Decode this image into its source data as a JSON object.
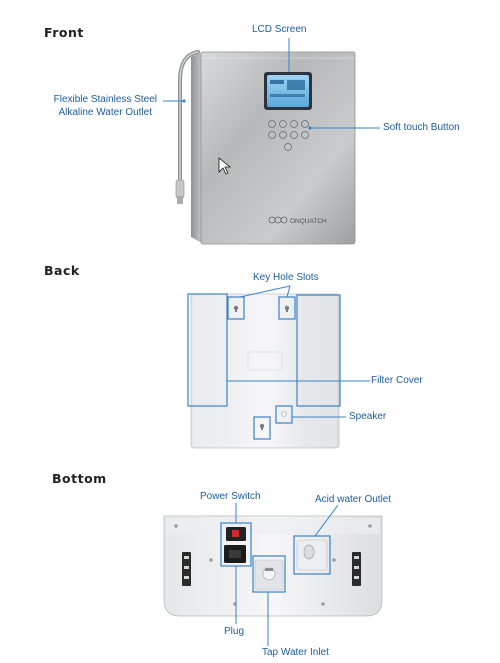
{
  "sections": {
    "front": "Front",
    "back": "Back",
    "bottom": "Bottom"
  },
  "front": {
    "lcd_label": "LCD Screen",
    "outlet_label_line1": "Flexible Stainless Steel",
    "outlet_label_line2": "Alkaline Water Outlet",
    "button_label": "Soft touch Button",
    "brand": "ONQUATCH"
  },
  "back": {
    "keyhole_label": "Key Hole Slots",
    "filter_label": "Filter Cover",
    "speaker_label": "Speaker"
  },
  "bottom": {
    "power_label": "Power Switch",
    "acid_label": "Acid water Outlet",
    "plug_label": "Plug",
    "inlet_label": "Tap Water Inlet"
  },
  "colors": {
    "callout": "#3b82c4",
    "label_text": "#1f5d9a"
  }
}
